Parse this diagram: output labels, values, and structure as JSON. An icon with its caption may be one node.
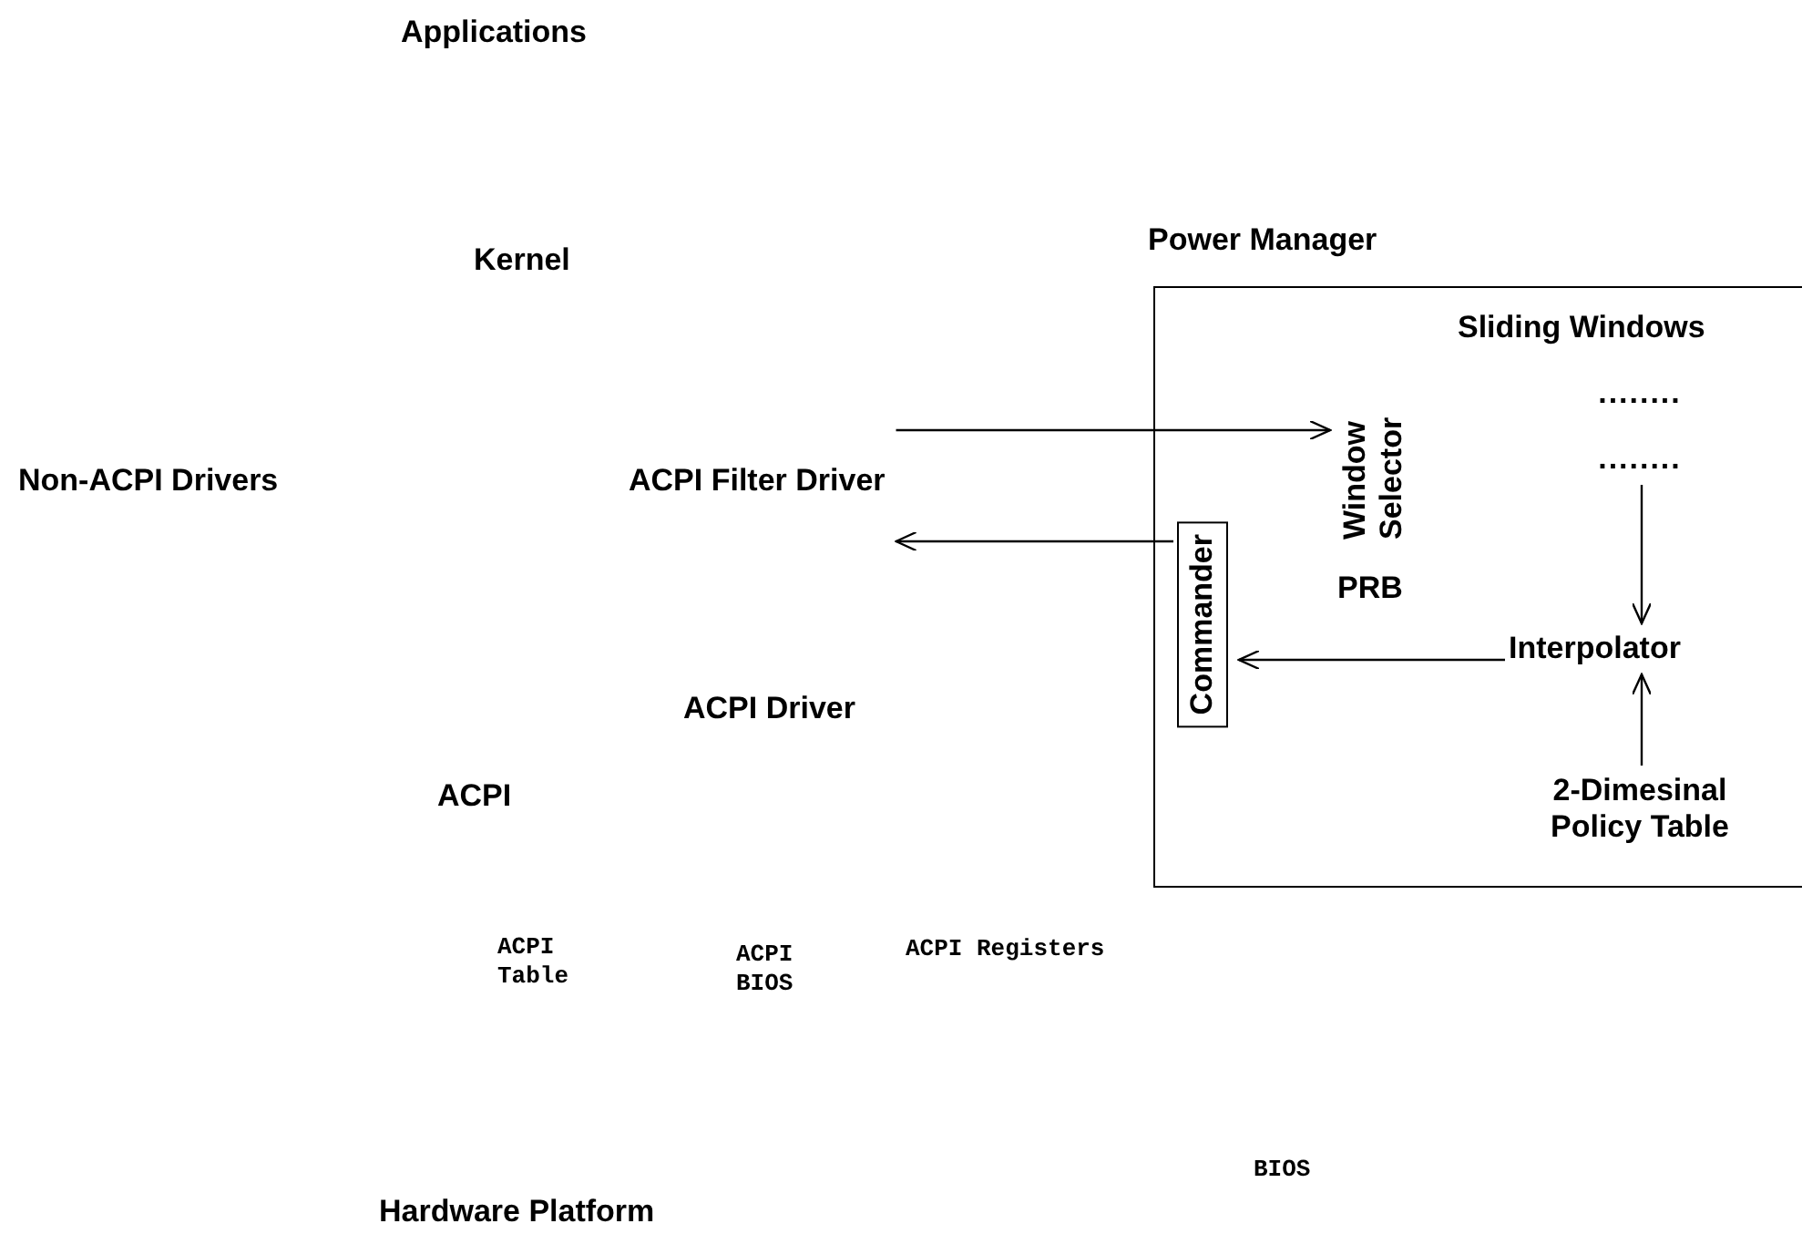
{
  "diagram": {
    "nodes": [
      {
        "text": [
          "Applications"
        ]
      },
      {
        "text": [
          "Kernel"
        ]
      },
      {
        "text": [
          "Non-ACPI Drivers"
        ]
      },
      {
        "text": [
          "ACPI Filter Driver"
        ]
      },
      {
        "text": [
          "ACPI Driver"
        ]
      },
      {
        "text": [
          "ACPI"
        ]
      },
      {
        "text": [
          "ACPI Table"
        ]
      },
      {
        "text": [
          "ACPI BIOS"
        ]
      },
      {
        "text": [
          "ACPI Registers"
        ]
      },
      {
        "text": [
          "Hardware Platform"
        ]
      },
      {
        "text": [
          "BIOS"
        ]
      },
      {
        "text": [
          "Power Manager"
        ]
      },
      {
        "text": [
          "Sliding Windows",
          "........",
          "........"
        ],
        "in": 11
      },
      {
        "text": [
          "Window Selector"
        ],
        "in": 11
      },
      {
        "text": [
          "Commander"
        ],
        "in": 11
      },
      {
        "text": [
          "PRB"
        ],
        "in": 11
      },
      {
        "text": [
          "Interpolator"
        ],
        "in": 11
      },
      {
        "text": [
          "2-Dimesinal Policy Table"
        ],
        "in": 11
      }
    ],
    "edges": [
      {
        "from": 3,
        "to": 13,
        "arrow": "to"
      },
      {
        "from": 14,
        "to": 3,
        "arrow": "to"
      },
      {
        "from": 16,
        "to": 14,
        "arrow": "to"
      },
      {
        "from": 12,
        "to": 16,
        "arrow": "to"
      },
      {
        "from": 17,
        "to": 16,
        "arrow": "to"
      }
    ]
  }
}
